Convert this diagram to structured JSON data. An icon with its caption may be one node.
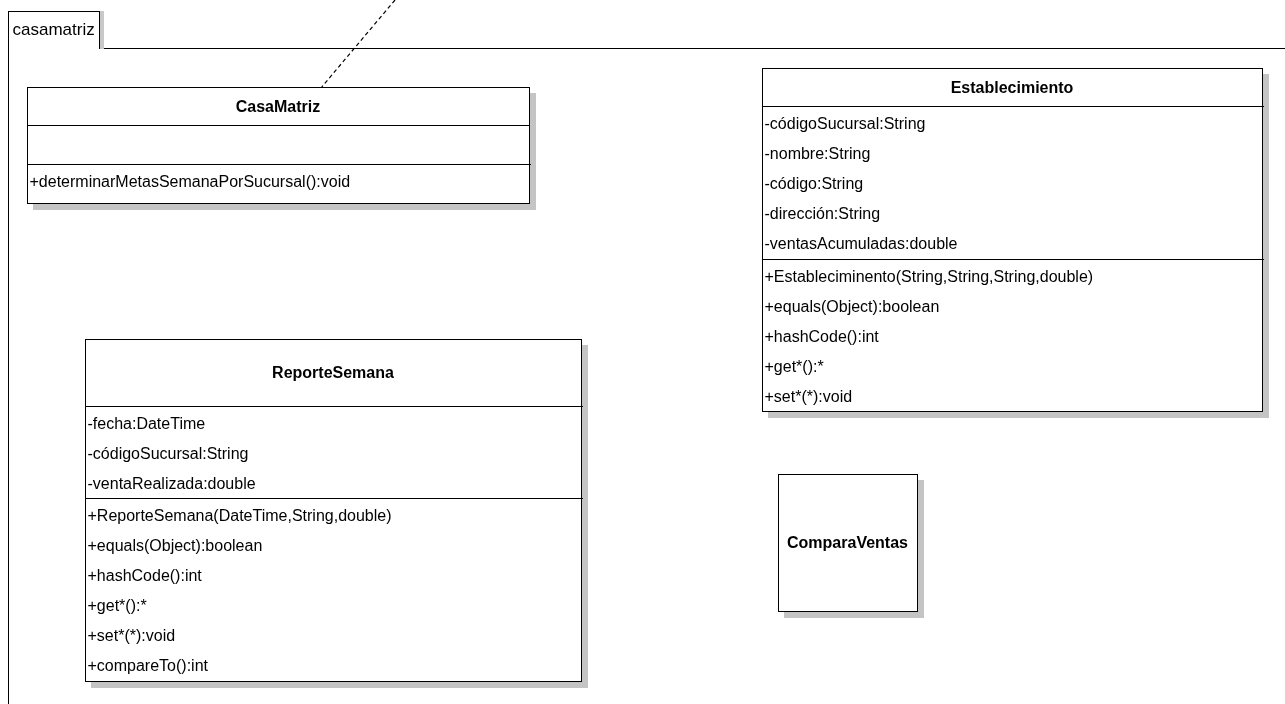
{
  "diagram": {
    "nodes": [
      {
        "text": [
          "casamatriz"
        ]
      },
      {
        "text": [
          "CasaMatriz"
        ],
        "in": 0
      },
      {
        "text": [],
        "shape": "box",
        "in": 1
      },
      {
        "text": [
          "+determinarMetasSemanaPorSucursal():void"
        ],
        "in": 1
      },
      {
        "text": [
          "Establecimiento"
        ],
        "in": 0
      },
      {
        "text": [
          "-códigoSucursal:String",
          "-nombre:String",
          "-código:String",
          "-dirección:String",
          "-ventasAcumuladas:double"
        ],
        "in": 4
      },
      {
        "text": [
          "+Estableciminento(String,String,String,double)",
          "+equals(Object):boolean",
          "+hashCode():int",
          "+get*():*",
          "+set*(*):void"
        ],
        "in": 4
      },
      {
        "text": [
          "ReporteSemana"
        ],
        "in": 0
      },
      {
        "text": [
          "-fecha:DateTime",
          "-códigoSucursal:String",
          "-ventaRealizada:double"
        ],
        "in": 7
      },
      {
        "text": [
          "+ReporteSemana(DateTime,String,double)",
          "+equals(Object):boolean",
          "+hashCode():int",
          "+get*():*",
          "+set*(*):void",
          "+compareTo():int"
        ],
        "in": 7
      },
      {
        "text": [
          "ComparaVentas"
        ],
        "in": 0
      }
    ],
    "edges": [
      {
        "from": null,
        "to": 1,
        "arrow": "none",
        "style": "dashed"
      }
    ]
  }
}
